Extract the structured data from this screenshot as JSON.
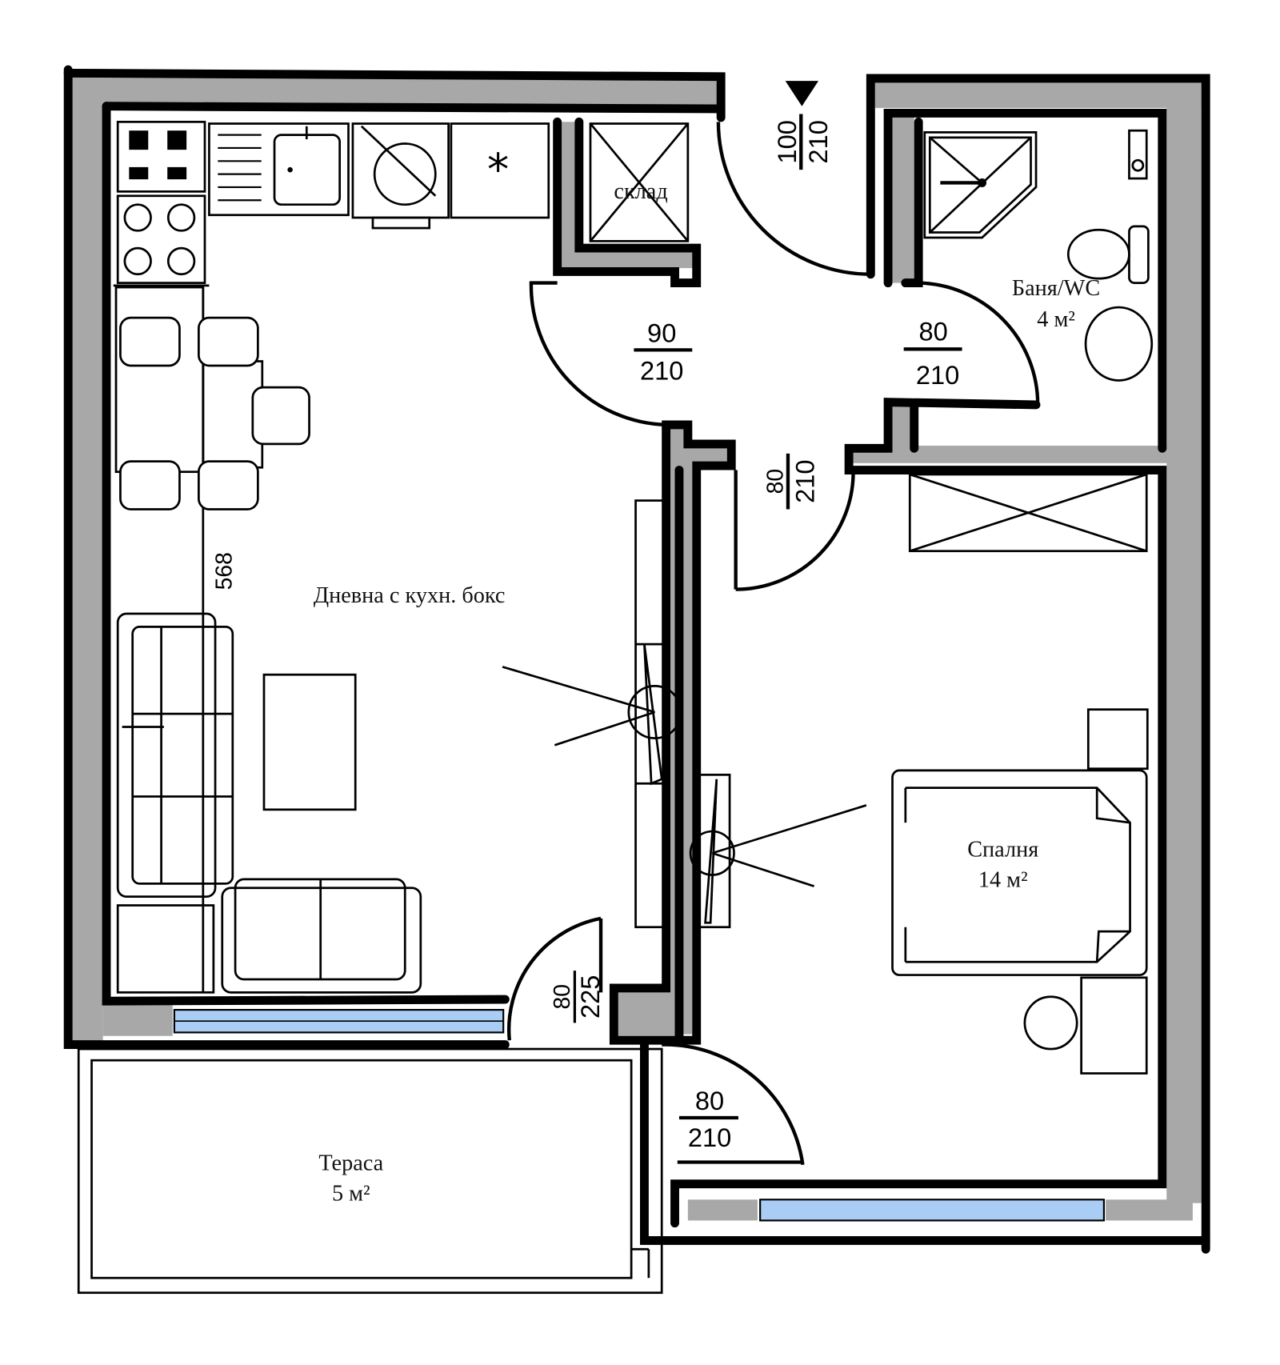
{
  "rooms": {
    "living": {
      "name": "Дневна с кухн. бокс"
    },
    "storage": {
      "name": "склад"
    },
    "bathroom": {
      "name": "Баня/WC",
      "area": "4 м²"
    },
    "bedroom": {
      "name": "Спалня",
      "area": "14 м²"
    },
    "terrace": {
      "name": "Тераса",
      "area": "5 м²"
    }
  },
  "dimensions": {
    "living_length": "568",
    "entrance_door": {
      "width": "100",
      "height": "210"
    },
    "living_door": {
      "width": "90",
      "height": "210"
    },
    "bathroom_door": {
      "width": "80",
      "height": "210"
    },
    "bedroom_door": {
      "width": "80",
      "height": "210"
    },
    "terrace_door_living": {
      "width": "80",
      "height": "225"
    },
    "terrace_door_bedroom": {
      "width": "80",
      "height": "210"
    }
  },
  "colors": {
    "wall": "#a8a8a8",
    "window": "#a9cdf5",
    "line": "#000000"
  }
}
